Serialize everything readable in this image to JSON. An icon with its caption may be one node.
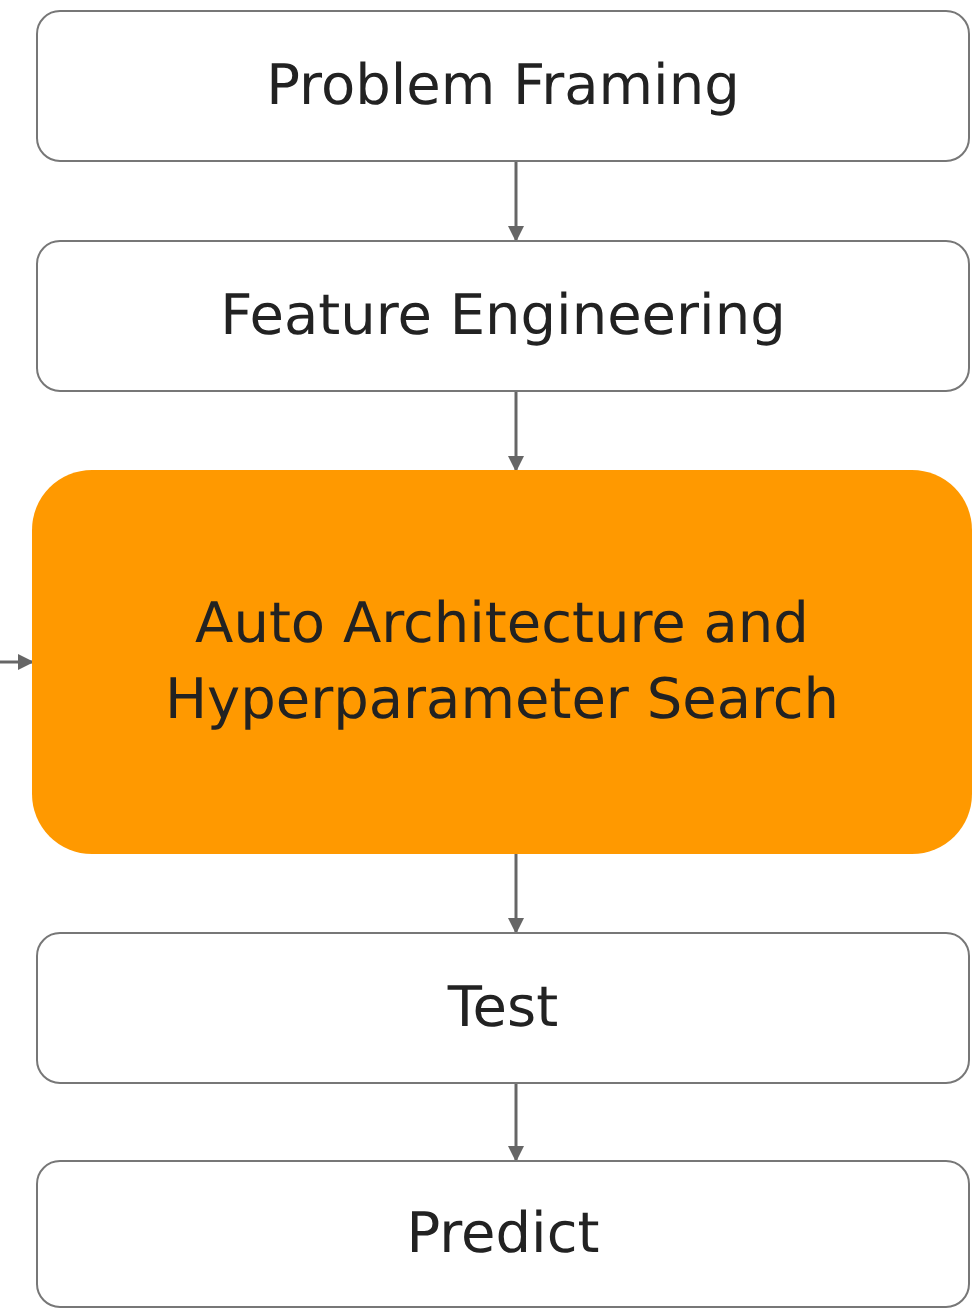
{
  "diagram": {
    "nodes": [
      {
        "text": [
          "Problem Framing"
        ]
      },
      {
        "text": [
          "Feature Engineering"
        ]
      },
      {
        "text": [
          "Auto Architecture and Hyperparameter Search"
        ]
      },
      {
        "text": [
          "Test"
        ]
      },
      {
        "text": [
          "Predict"
        ]
      }
    ],
    "edges": [
      {
        "from": 0,
        "to": 1,
        "arrow": "to"
      },
      {
        "from": 1,
        "to": 2,
        "arrow": "to"
      },
      {
        "from": 2,
        "to": 3,
        "arrow": "to"
      },
      {
        "from": 3,
        "to": 4,
        "arrow": "to"
      },
      {
        "from": null,
        "to": 2,
        "arrow": "to"
      }
    ]
  }
}
